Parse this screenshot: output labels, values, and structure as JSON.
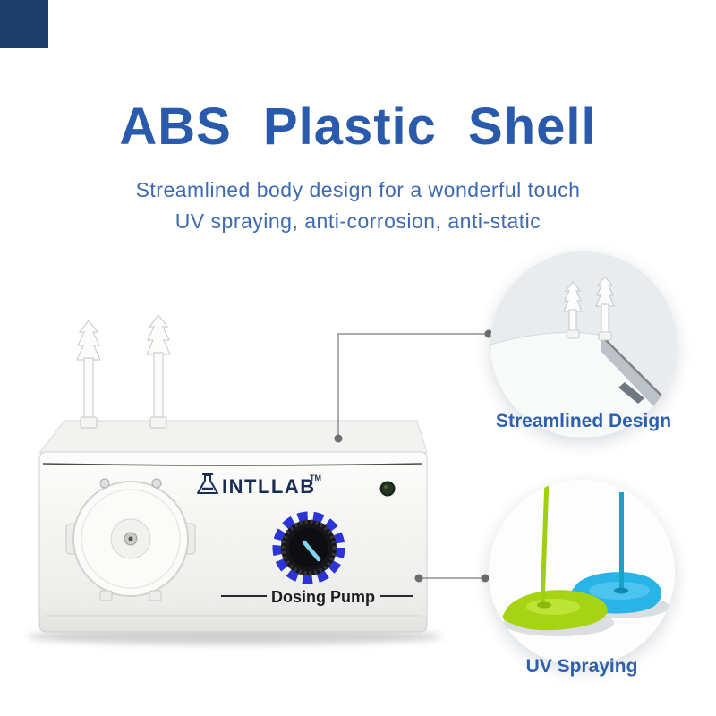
{
  "header": {
    "title": "ABS Plastic Shell",
    "subtitle_line1": "Streamlined body design for a wonderful touch",
    "subtitle_line2": "UV spraying, anti-corrosion, anti-static"
  },
  "product": {
    "brand": "INTLLAB",
    "trademark": "TM",
    "model_label": "Dosing Pump",
    "flask_icon": "erlenmeyer-flask-icon"
  },
  "callouts": [
    {
      "label": "Streamlined Design"
    },
    {
      "label": "UV Spraying"
    }
  ],
  "colors": {
    "title_blue": "#2a5aab",
    "subtitle_blue": "#3e6ab2",
    "corner_navy": "#1c3c6a",
    "callout_label_blue": "#2e5fae",
    "knob_ring_blue": "#2b35d6",
    "knob_pointer_cyan": "#7cd7ef",
    "uv_spray_green": "#a6d414",
    "uv_spray_blue": "#29b4e7",
    "connector_gray": "#8f8f8f",
    "brand_navy": "#1b2d52"
  }
}
